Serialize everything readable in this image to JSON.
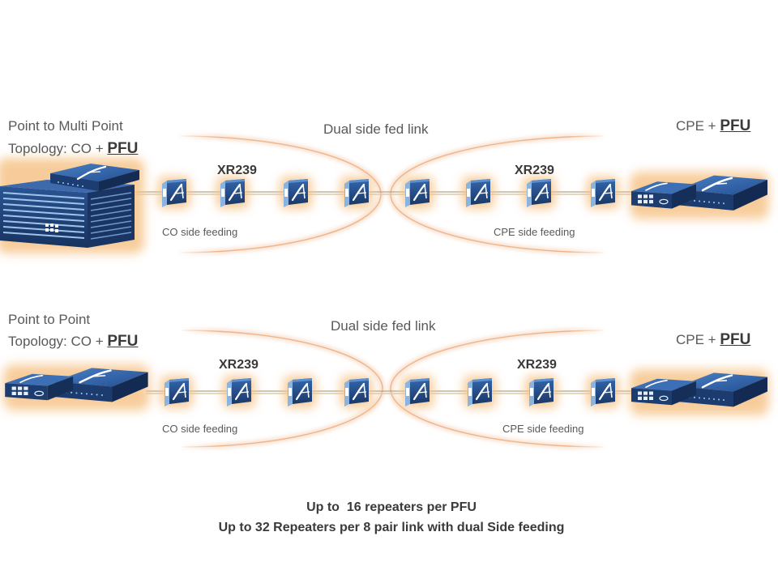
{
  "sections": [
    {
      "topology_title": "Point to Multi Point",
      "topology_label": "Topology: CO + ",
      "topology_unit": "PFU",
      "link_label": "Dual side fed link",
      "cpe_label": "CPE + ",
      "cpe_unit": "PFU",
      "left_repeater_group": "XR239",
      "right_repeater_group": "XR239",
      "co_feeding": "CO side feeding",
      "cpe_feeding": "CPE side feeding"
    },
    {
      "topology_title": "Point to Point",
      "topology_label": "Topology: CO + ",
      "topology_unit": "PFU",
      "link_label": "Dual side fed link",
      "cpe_label": "CPE + ",
      "cpe_unit": "PFU",
      "left_repeater_group": "XR239",
      "right_repeater_group": "XR239",
      "co_feeding": "CO side feeding",
      "cpe_feeding": "CPE side feeding"
    }
  ],
  "footer": {
    "line1": "Up to  16 repeaters per PFU",
    "line2": "Up to 32 Repeaters per 8 pair link with dual Side feeding"
  },
  "colors": {
    "text": "#595959",
    "emphasis": "#3a3a3a",
    "glow": "#f6c489",
    "link_ring": "#efb48a",
    "device_blue": "#1f437d"
  },
  "icons": {
    "central_office": "chassis-icon",
    "repeater": "repeater-icon",
    "customer_premises": "cpe-device-icon"
  }
}
